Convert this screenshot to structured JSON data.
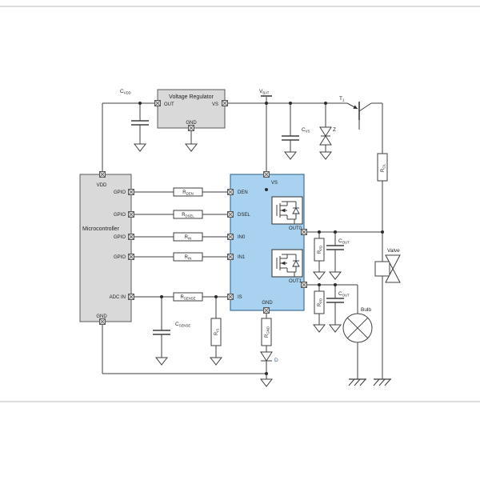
{
  "colors": {
    "ic_fill": "#a9d2f0",
    "ic_border": "#41719c",
    "block_fill": "#d9d9d9",
    "block_border": "#595959",
    "wire": "#3f3f3f"
  },
  "regulator": {
    "title": "Voltage Regulator",
    "pin_out": "OUT",
    "pin_vs": "VS",
    "pin_gnd": "GND"
  },
  "mcu": {
    "title": "Microcontroller",
    "pin_vdd": "VDD",
    "pin_gpio0": "GPIO",
    "pin_gpio1": "GPIO",
    "pin_gpio2": "GPIO",
    "pin_gpio3": "GPIO",
    "pin_adc": "ADC IN",
    "pin_gnd": "GND"
  },
  "ic": {
    "pin_vs": "VS",
    "pin_den": "DEN",
    "pin_dsel": "DSEL",
    "pin_in0": "IN0",
    "pin_in1": "IN1",
    "pin_is": "IS",
    "pin_out0": "OUT0",
    "pin_out1": "OUT1",
    "pin_gnd": "GND"
  },
  "supply": {
    "vbat": {
      "m": "V",
      "s": "BAT"
    }
  },
  "parts": {
    "c_vdd": {
      "m": "C",
      "s": "VDD"
    },
    "c_vs": {
      "m": "C",
      "s": "VS"
    },
    "z": "Z",
    "t1": {
      "m": "T",
      "s": "1"
    },
    "r_ol": {
      "m": "R",
      "s": "OL"
    },
    "r_den": {
      "m": "R",
      "s": "DEN"
    },
    "r_dsel": {
      "m": "R",
      "s": "DSEL"
    },
    "r_in0": {
      "m": "R",
      "s": "IN"
    },
    "r_in1": {
      "m": "R",
      "s": "IN"
    },
    "r_sense": {
      "m": "R",
      "s": "SENSE"
    },
    "c_sense": {
      "m": "C",
      "s": "SENSE"
    },
    "r_is": {
      "m": "R",
      "s": "IS"
    },
    "r_gnd": {
      "m": "R",
      "s": "GND"
    },
    "d": "D",
    "r_pd0": {
      "m": "R",
      "s": "PD"
    },
    "r_pd1": {
      "m": "R",
      "s": "PD"
    },
    "c_out0": {
      "m": "C",
      "s": "OUT"
    },
    "c_out1": {
      "m": "C",
      "s": "OUT"
    }
  },
  "loads": {
    "valve": "Valve",
    "bulb": "Bulb"
  }
}
